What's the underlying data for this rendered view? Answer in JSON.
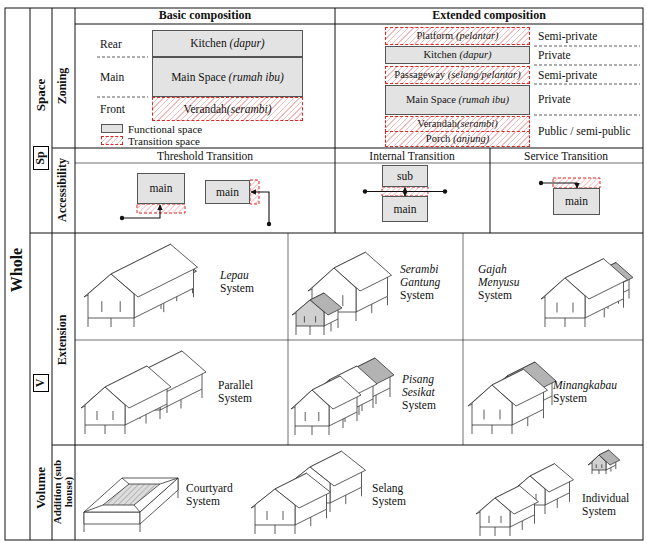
{
  "diagram": {
    "nodes": [
      {
        "text": [
          "Sp"
        ]
      },
      {
        "text": [
          "Kitchen (dapur)"
        ]
      },
      {
        "text": [
          "Main Space (rumah ibu)"
        ]
      },
      {
        "text": [
          "Verandah(serambi)"
        ]
      },
      {
        "text": [
          "Platform (pelantar)"
        ]
      },
      {
        "text": [
          "Kitchen (dapur)"
        ]
      },
      {
        "text": [
          "Passageway (selang/pelantar)"
        ]
      },
      {
        "text": [
          "Main Space (rumah ibu)"
        ]
      },
      {
        "text": [
          "Verandah(serambi)"
        ]
      },
      {
        "text": [
          "Porch (anjung)"
        ]
      },
      {
        "text": [
          "main"
        ]
      },
      {
        "text": [
          "main"
        ]
      },
      {
        "text": [
          "sub"
        ]
      },
      {
        "text": [
          "main"
        ]
      },
      {
        "text": [
          "main"
        ]
      },
      {
        "text": [
          "V"
        ]
      }
    ],
    "labels": [
      "Whole",
      "Space",
      "Zoning",
      "Basic composition",
      "Extended composition",
      "Rear",
      "Main",
      "Front",
      "Semi-private",
      "Private",
      "Semi-private",
      "Private",
      "Public / semi-public",
      "Accessibility",
      "Threshold Transition",
      "Internal Transition",
      "Service Transition",
      "Volume",
      "Extension",
      "Lepau System",
      "Serambi Gantung System",
      "Gajah Menyusu System",
      "Parallel System",
      "Pisang Sesikat System",
      "Minangkabau System",
      "Addition (sub house)",
      "Courtyard System",
      "Selang System",
      "Individual System"
    ],
    "legend": [
      {
        "text": "Functional space",
        "color": "#e3e3e3"
      },
      {
        "text": "Transition space"
      }
    ]
  }
}
